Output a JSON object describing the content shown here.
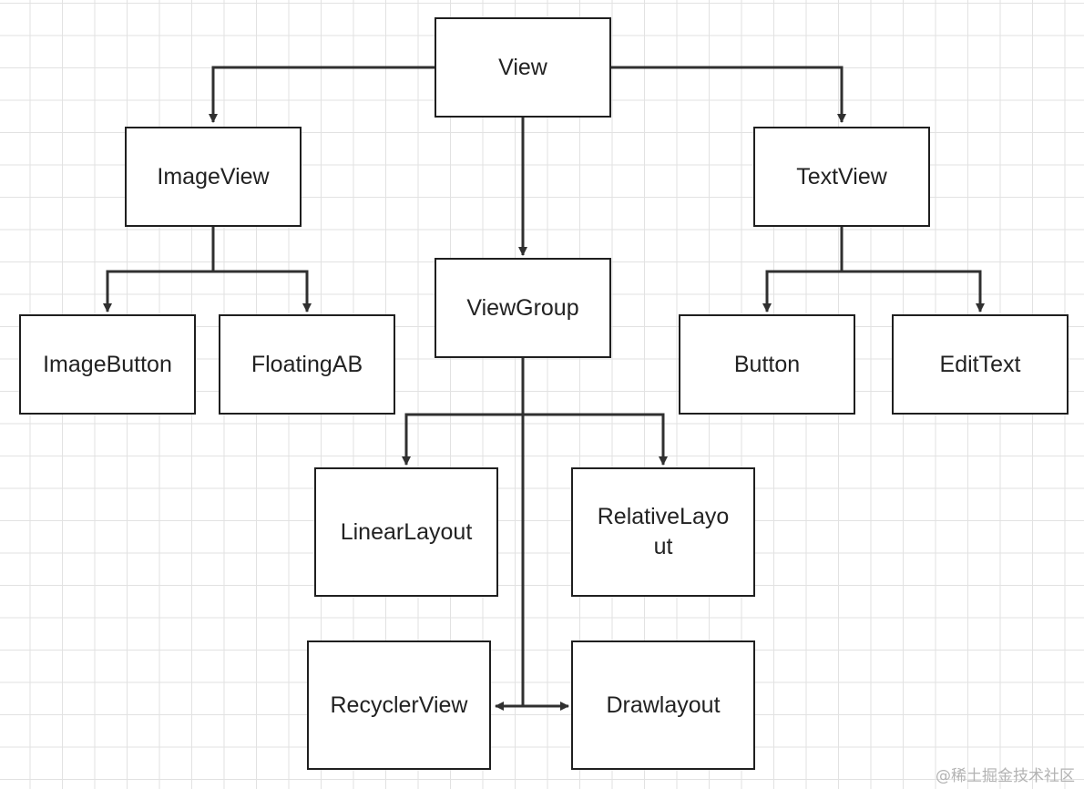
{
  "diagram": {
    "line_color": "#303030",
    "nodes": {
      "view": "View",
      "image_view": "ImageView",
      "view_group": "ViewGroup",
      "text_view": "TextView",
      "image_button": "ImageButton",
      "floating_ab": "FloatingAB",
      "button": "Button",
      "edit_text": "EditText",
      "linear_layout": "LinearLayout",
      "relative_layout": "RelativeLayo ut",
      "recycler_view": "RecyclerView",
      "drawlayout": "Drawlayout"
    },
    "edges": [
      {
        "from": "View",
        "to": "ImageView"
      },
      {
        "from": "View",
        "to": "ViewGroup"
      },
      {
        "from": "View",
        "to": "TextView"
      },
      {
        "from": "ImageView",
        "to": "ImageButton"
      },
      {
        "from": "ImageView",
        "to": "FloatingAB"
      },
      {
        "from": "TextView",
        "to": "Button"
      },
      {
        "from": "TextView",
        "to": "EditText"
      },
      {
        "from": "ViewGroup",
        "to": "LinearLayout"
      },
      {
        "from": "ViewGroup",
        "to": "RelativeLayo ut"
      },
      {
        "from": "ViewGroup",
        "to": "RecyclerView"
      },
      {
        "from": "ViewGroup",
        "to": "Drawlayout"
      }
    ]
  },
  "watermark": "@稀土掘金技术社区"
}
